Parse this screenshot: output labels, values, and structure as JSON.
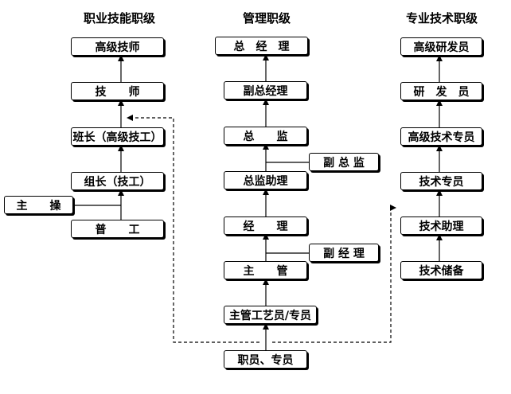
{
  "columns": {
    "vocational": {
      "title": "职业技能职级",
      "boxes": [
        "高级技师",
        "技　　师",
        "班长（高级技工）",
        "组长（技工）",
        "主　　操",
        "普　　工"
      ]
    },
    "management": {
      "title": "管理职级",
      "boxes": [
        "总　经　理",
        "副总经理",
        "总　　监",
        "副 总 监",
        "总监助理",
        "经　　理",
        "副 经 理",
        "主　　管",
        "主管工艺员/专员"
      ]
    },
    "technical": {
      "title": "专业技术职级",
      "boxes": [
        "高级研发员",
        "研　发　员",
        "高级技术专员",
        "技术专员",
        "技术助理",
        "技术储备"
      ]
    }
  },
  "entry": {
    "label": "职员、专员"
  }
}
